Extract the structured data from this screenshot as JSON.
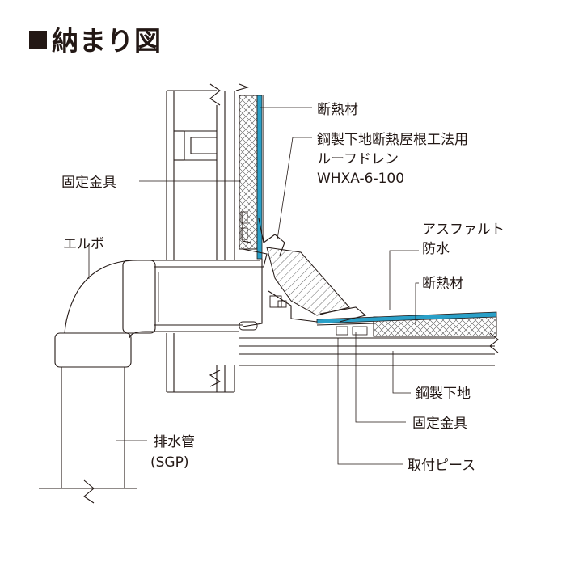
{
  "title": "納まり図",
  "colors": {
    "membrane": "#2aa0c8",
    "line": "#231815",
    "hatch": "#555555"
  },
  "labels": {
    "insulation_top": "断熱材",
    "drain_line1": "鋼製下地断熱屋根工法用",
    "drain_line2": "ルーフドレン",
    "drain_line3": "WHXA-6-100",
    "fixing_left": "固定金具",
    "elbow": "エルボ",
    "asphalt_line1": "アスファルト",
    "asphalt_line2": "防水",
    "insulation_right": "断熱材",
    "steel_base": "鋼製下地",
    "fixing_bottom": "固定金具",
    "mount_piece": "取付ピース",
    "pipe_line1": "排水管",
    "pipe_line2": "(SGP)"
  }
}
